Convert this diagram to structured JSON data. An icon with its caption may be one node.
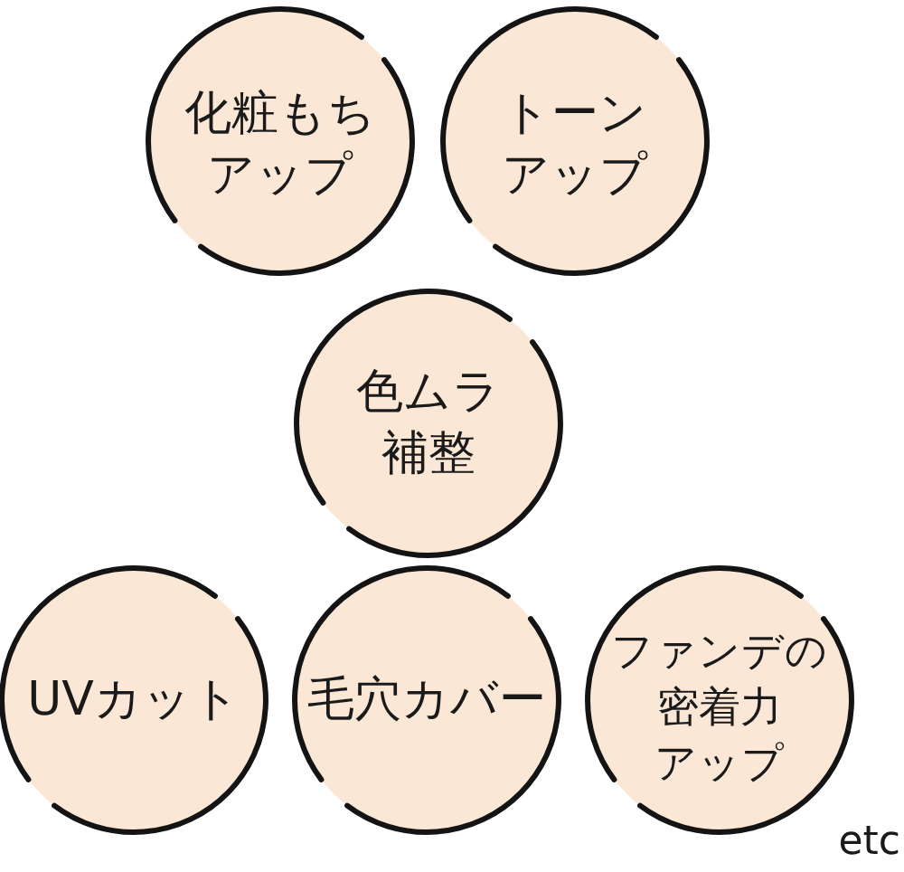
{
  "diagram": {
    "nodes": [
      {
        "text": [
          "化粧もちアップ"
        ]
      },
      {
        "text": [
          "トーンアップ"
        ]
      },
      {
        "text": [
          "色ムラ補整"
        ]
      },
      {
        "text": [
          "UVカット"
        ]
      },
      {
        "text": [
          "毛穴カバー"
        ]
      },
      {
        "text": [
          "ファンデの密着力アップ"
        ]
      }
    ],
    "labels": [
      "etc"
    ]
  }
}
